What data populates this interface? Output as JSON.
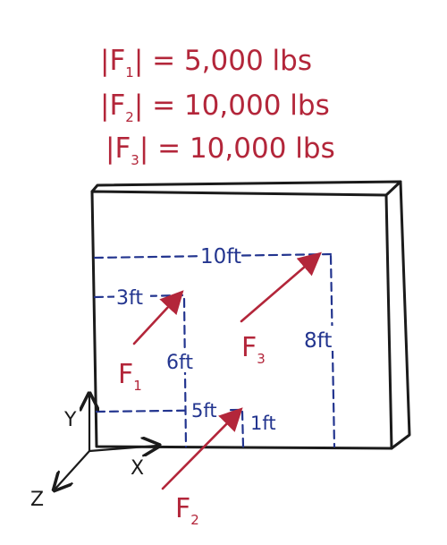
{
  "colors": {
    "force": "#b3263a",
    "dimension": "#23358f",
    "outline": "#1b1b1b",
    "background": "#ffffff"
  },
  "magnitudes": [
    {
      "left": "|F",
      "sub": "1",
      "right": "| = 5,000 lbs"
    },
    {
      "left": "|F",
      "sub": "2",
      "right": "| = 10,000 lbs"
    },
    {
      "left": "|F",
      "sub": "3",
      "right": "| = 10,000 lbs"
    }
  ],
  "forces": {
    "f1": {
      "letter": "F",
      "sub": "1"
    },
    "f2": {
      "letter": "F",
      "sub": "2"
    },
    "f3": {
      "letter": "F",
      "sub": "3"
    }
  },
  "dimensions": {
    "d10": "10ft",
    "d3": "3ft",
    "d6": "6ft",
    "d8": "8ft",
    "d5": "5ft",
    "d1": "1ft"
  },
  "axes": {
    "y": "Y",
    "x": "X",
    "z": "Z"
  }
}
